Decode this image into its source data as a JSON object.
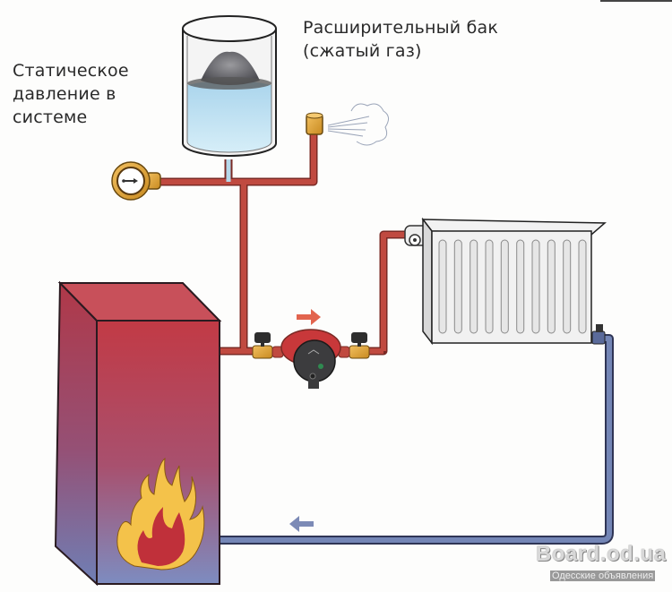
{
  "diagram": {
    "title": "Closed heating system with expansion tank",
    "labels": {
      "static_pressure": [
        "Статическое",
        "давление в",
        "системе"
      ],
      "expansion_tank": [
        "Расширительный бак",
        "(сжатый газ)"
      ]
    },
    "components": [
      {
        "id": "boiler",
        "name": "Boiler with flame"
      },
      {
        "id": "expansion-tank",
        "name": "Expansion tank (compressed gas)"
      },
      {
        "id": "pressure-gauge",
        "name": "Pressure gauge"
      },
      {
        "id": "safety-valve",
        "name": "Safety valve venting"
      },
      {
        "id": "circulation-pump",
        "name": "Circulation pump with ball valves"
      },
      {
        "id": "radiator",
        "name": "Radiator",
        "sections": 10
      },
      {
        "id": "supply-pipe",
        "name": "Hot supply pipe"
      },
      {
        "id": "return-pipe",
        "name": "Cold return pipe"
      }
    ],
    "flow": {
      "supply_direction": "right",
      "return_direction": "left"
    },
    "colors": {
      "supply_pipe": "#b8443a",
      "return_pipe": "#6d7fae",
      "boiler_top": "#c0404a",
      "boiler_bottom": "#7f88b8",
      "water": "#bfe0f0",
      "brass": "#e0a030",
      "flame_outer": "#f4c24a",
      "flame_inner": "#c0303a",
      "arrow_hot": "#e0604a",
      "arrow_cold": "#7080b0"
    }
  },
  "watermark": {
    "main": "Board.od.ua",
    "sub": "Одесские объявления"
  }
}
